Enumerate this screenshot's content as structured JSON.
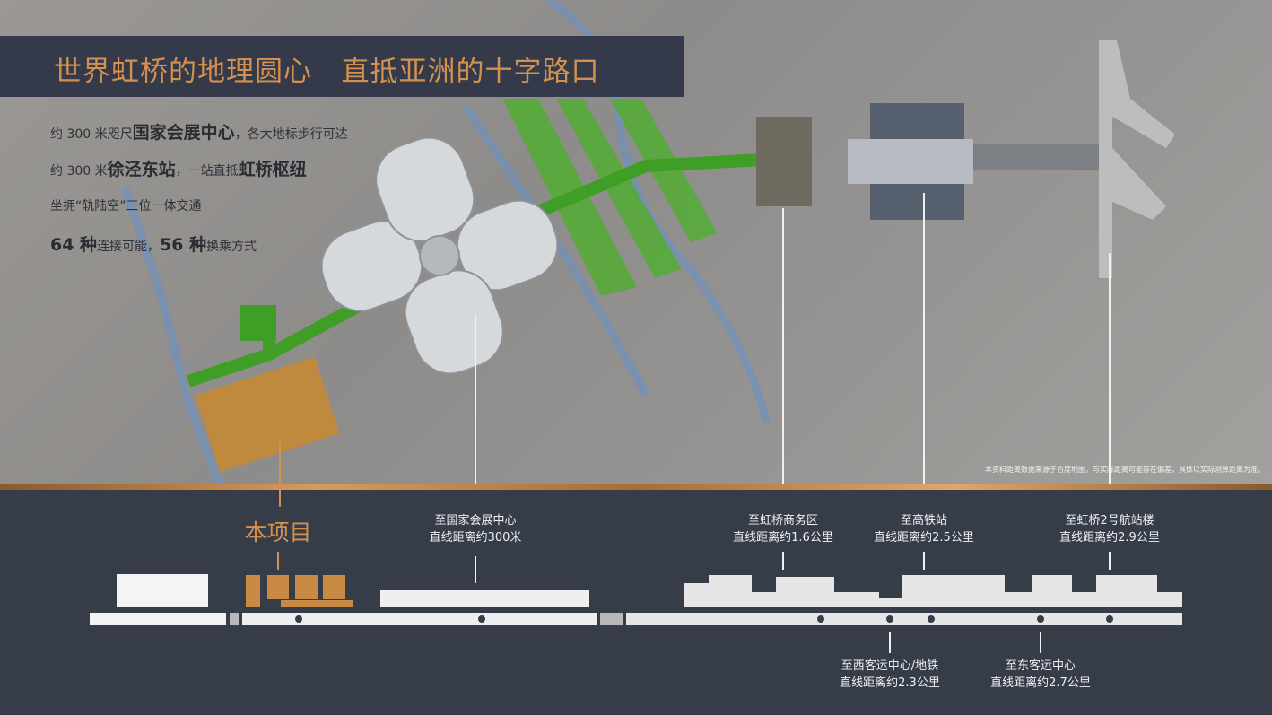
{
  "title": "世界虹桥的地理圆心   直抵亚洲的十字路口",
  "features": [
    {
      "pre": "约 300 米咫尺",
      "bold": "国家会展中心",
      "post": "，各大地标步行可达"
    },
    {
      "pre": "约 300 米",
      "bold": "徐泾东站",
      "post": "，一站直抵",
      "bold2": "虹桥枢纽"
    },
    {
      "pre": "坐拥“轨陆空”三位一体交通"
    },
    {
      "bold": "64 种",
      "post": "连接可能，",
      "bold2": "56 种",
      "post2": "换乘方式"
    }
  ],
  "disclaimer": "本资料距离数据来源于百度地图，与实际距离可能存在偏差，具体以实际测算距离为准。",
  "project_label": "本项目",
  "destinations": [
    {
      "name": "至国家会展中心",
      "distance": "直线距离约300米"
    },
    {
      "name": "至虹桥商务区",
      "distance": "直线距离约1.6公里"
    },
    {
      "name": "至高铁站",
      "distance": "直线距离约2.5公里"
    },
    {
      "name": "至虹桥2号航站楼",
      "distance": "直线距离约2.9公里"
    },
    {
      "name": "至西客运中心/地铁",
      "distance": "直线距离约2.3公里"
    },
    {
      "name": "至东客运中心",
      "distance": "直线距离约2.7公里"
    }
  ],
  "colors": {
    "gold": "#d4914e",
    "navy": "#343a4a",
    "green": "#4fae2e",
    "river": "#6f8fb8"
  }
}
